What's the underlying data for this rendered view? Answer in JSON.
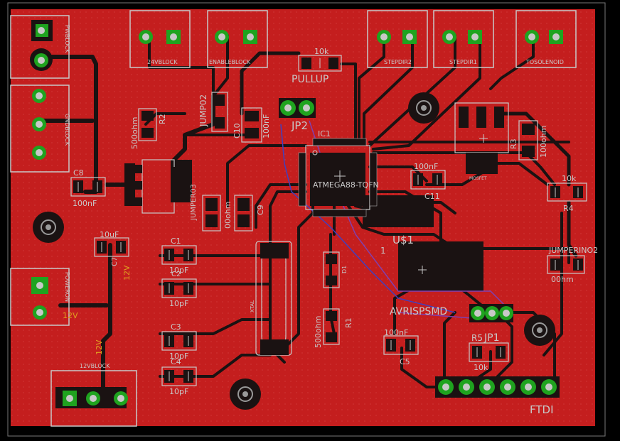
{
  "colors": {
    "background": "#000000",
    "copper": "#c41e1e",
    "trace_dark": "#1a1212",
    "silk": "#c8c8c8",
    "pad": "#1fa31f",
    "via": "#c8c8c8",
    "label_orange": "#e0a020",
    "blue_wire": "#4040c0",
    "purple_wire": "#8040b0"
  },
  "labels": {
    "r_10k_top": "10k",
    "pullup": "PULLUP",
    "jp2": "JP2",
    "ic1": "IC1",
    "atmega": "ATMEGA88-TQFN",
    "jump02": "JUMP02",
    "r2": "R2",
    "r2_val": "500ohm",
    "c10": "C10",
    "c10_val": "100nF",
    "c8": "C8",
    "c8_val": "100nF",
    "c9": "C9",
    "c9_val": "00ohm",
    "jumper_small": "JUMPER03",
    "c11": "C11",
    "c11_val": "100nF",
    "r3": "R3",
    "r3_val": "100ohm",
    "r4": "R4",
    "r4_val": "10k",
    "mosfet": "MOSFET",
    "us1": "U$1",
    "us1_pin": "1",
    "jumperino": "JUMPERINO2",
    "jumperino_val": "00hm",
    "c7": "C7",
    "c7_val": "10uF",
    "c1": "C1",
    "c1_val": "10pF",
    "c2": "C2",
    "c2_val": "10pF",
    "c3": "C3",
    "c3_val": "10pF",
    "c4": "C4",
    "c4_val": "10pF",
    "xtal": "XTAL",
    "d1": "D1",
    "r1": "R1",
    "r1_val": "500ohm",
    "avrispsmd": "AVRISPSMD",
    "c5": "C5",
    "c5_val": "100nF",
    "r5": "R5",
    "jp1": "JP1",
    "r5_val": "10k",
    "ftdi": "FTDI",
    "v12_a": "12V",
    "v12_b": "12V",
    "v12_c": "12V"
  },
  "connectors": {
    "pwblock": "PWBLOCK",
    "gndblock": "GNDBLOCK",
    "block24": "24VBLOCK",
    "enableblock": "ENABLEBLOCK",
    "stepdir2": "STEPDIR2",
    "stepdir1": "STEPDIR1",
    "tosolenoid": "TOSOLENOID",
    "poweron": "POWERON",
    "block12v": "12VBLOCK"
  }
}
